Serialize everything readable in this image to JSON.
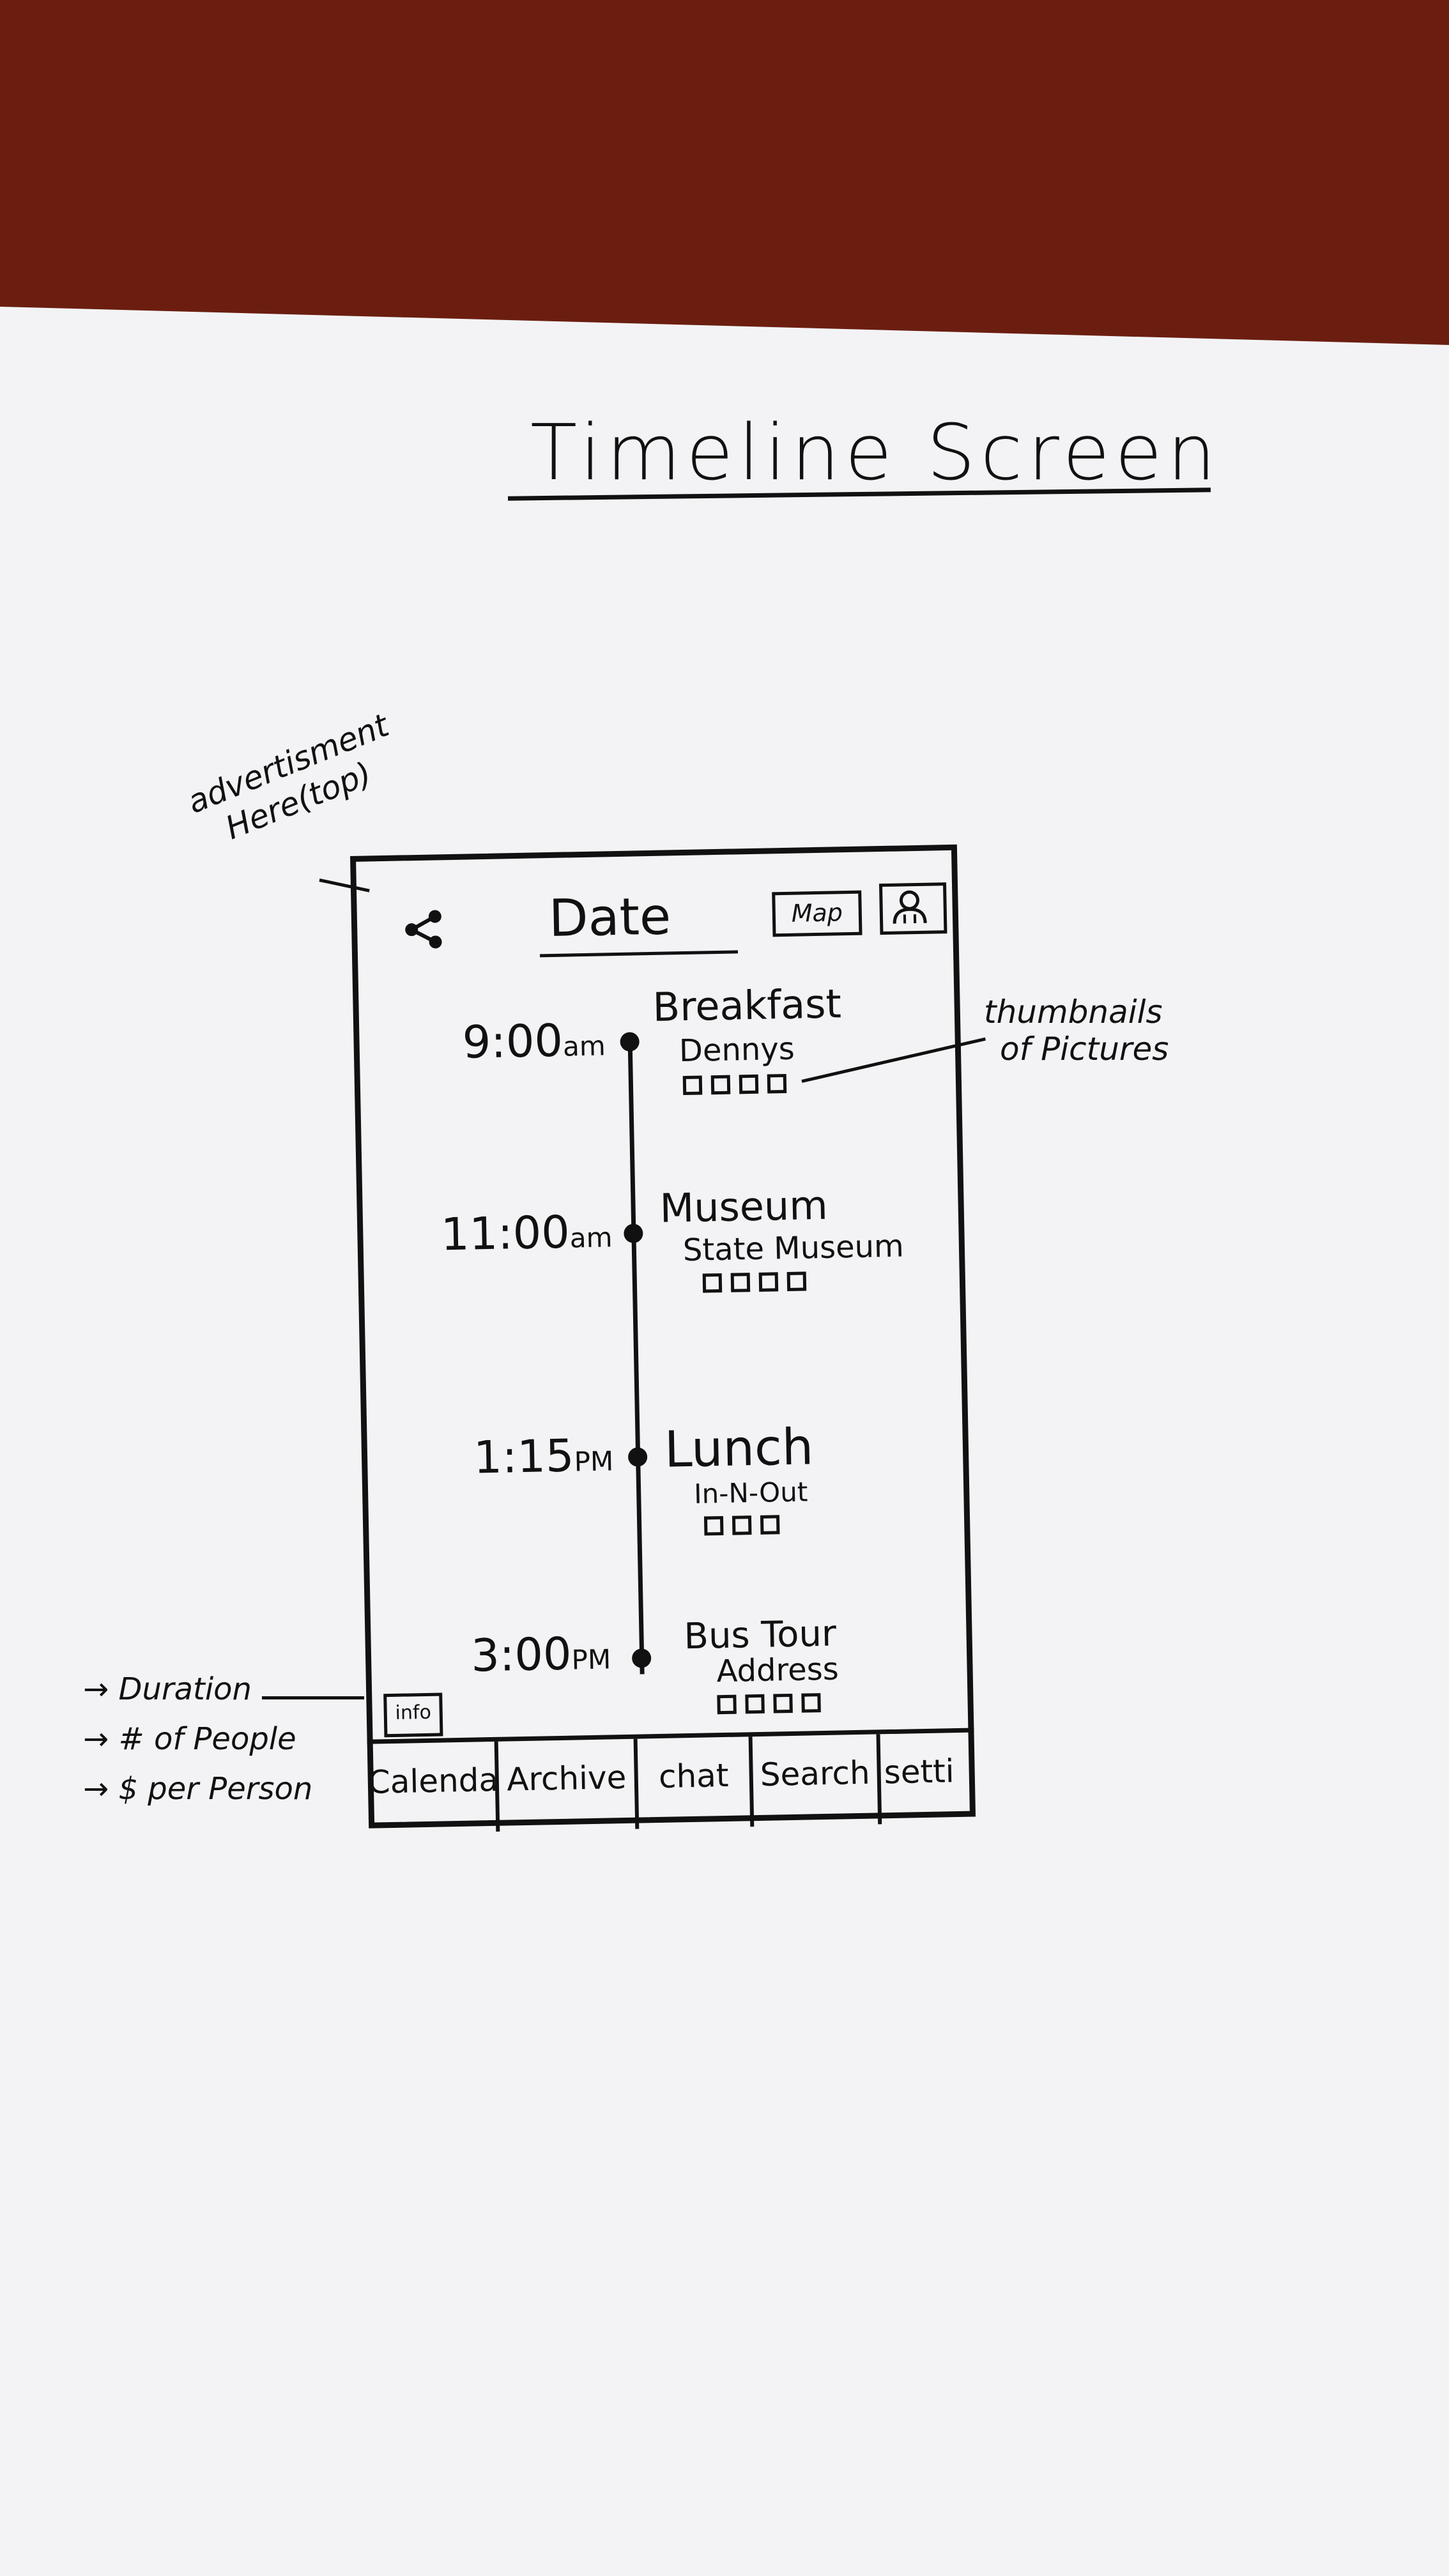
{
  "sketch": {
    "title": "Timeline Screen",
    "annotations": {
      "advertisement": [
        "advertisment",
        "Here(top)"
      ],
      "thumbnails": [
        "thumbnails",
        "of Pictures"
      ],
      "info_details": [
        "Duration",
        "# of People",
        "$ per Person"
      ]
    }
  },
  "header": {
    "date_label": "Date",
    "map_label": "Map",
    "share_icon": "share-icon",
    "profile_icon": "profile-icon"
  },
  "timeline": [
    {
      "time": "9:00",
      "suffix": "am",
      "title": "Breakfast",
      "subtitle": "Dennys",
      "thumbnail_count": 4
    },
    {
      "time": "11:00",
      "suffix": "am",
      "title": "Museum",
      "subtitle": "State Museum",
      "thumbnail_count": 4
    },
    {
      "time": "1:15",
      "suffix": "PM",
      "title": "Lunch",
      "subtitle": "In-N-Out",
      "thumbnail_count": 3
    },
    {
      "time": "3:00",
      "suffix": "PM",
      "title": "Bus Tour",
      "subtitle": "Address",
      "thumbnail_count": 4
    }
  ],
  "info_button": {
    "label": "info"
  },
  "tabbar": {
    "tabs": [
      "Calendar",
      "Archive",
      "chat",
      "Search",
      "setti"
    ]
  }
}
